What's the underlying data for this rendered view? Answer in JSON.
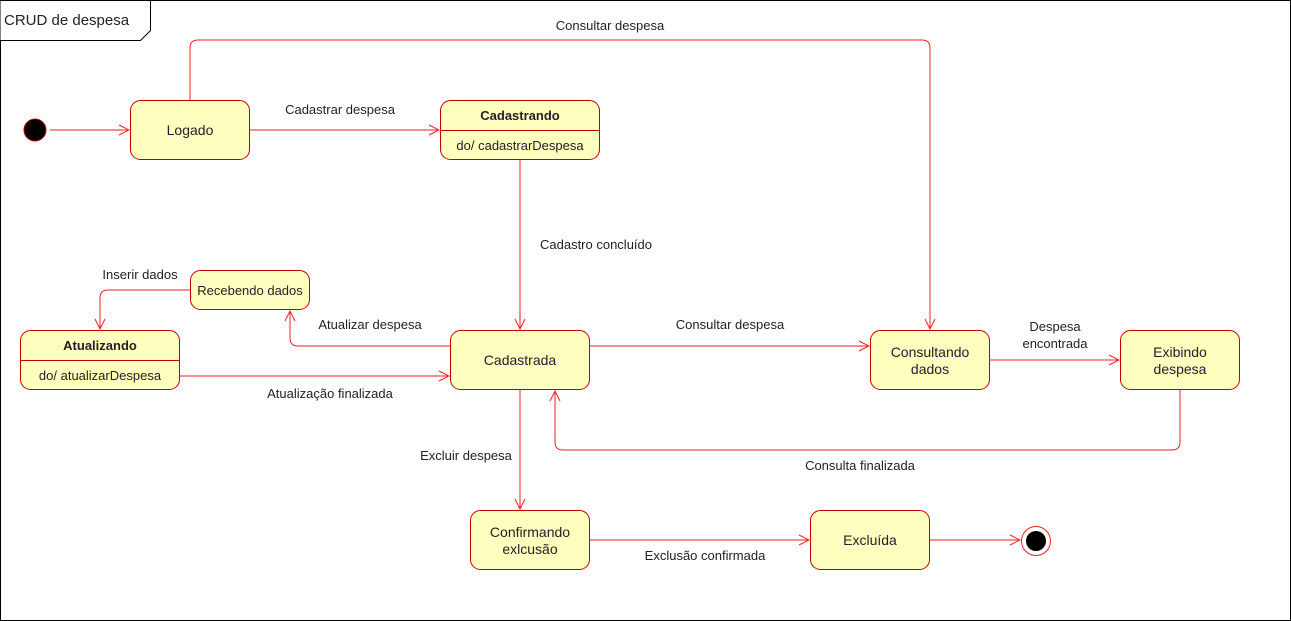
{
  "frame": {
    "title": "CRUD  de despesa"
  },
  "states": {
    "logado": "Logado",
    "cadastrando": {
      "name": "Cadastrando",
      "action": "do/ cadastrarDespesa"
    },
    "atualizando": {
      "name": "Atualizando",
      "action": "do/ atualizarDespesa"
    },
    "recebendo": "Recebendo dados",
    "cadastrada": "Cadastrada",
    "consultando": [
      "Consultando",
      "dados"
    ],
    "exibindo": [
      "Exibindo",
      "despesa"
    ],
    "confirmando": [
      "Confirmando",
      "exlcusão"
    ],
    "excluida": "Excluída"
  },
  "transitions": {
    "consultar_top": "Consultar despesa",
    "cadastrar": "Cadastrar despesa",
    "cadastro_concluido": "Cadastro concluído",
    "inserir_dados": "Inserir dados",
    "atualizar": "Atualizar despesa",
    "consultar_mid": "Consultar despesa",
    "despesa_encontrada": [
      "Despesa",
      "encontrada"
    ],
    "atualizacao_finalizada": "Atualização finalizada",
    "excluir": "Excluir despesa",
    "consulta_finalizada": "Consulta finalizada",
    "exclusao_confirmada": "Exclusão confirmada"
  },
  "colors": {
    "state_fill": "#ffffc0",
    "state_stroke": "#c00000",
    "edge": "#ee2222",
    "node": "#000000"
  }
}
